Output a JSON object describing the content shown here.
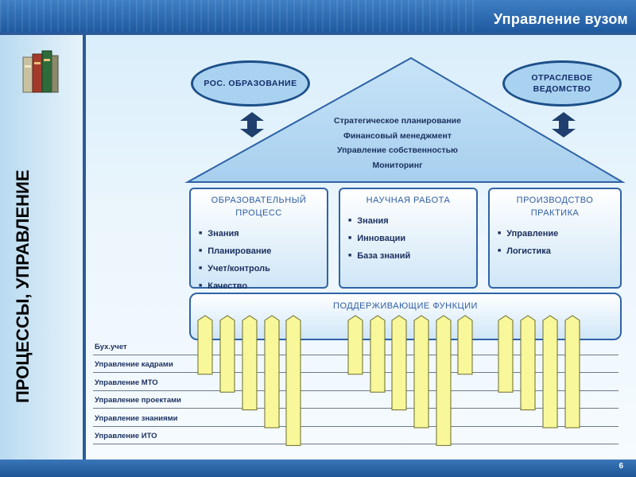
{
  "header": {
    "title": "Управление вузом"
  },
  "sidebar": {
    "vertical_title": "ПРОЦЕССЫ, УПРАВЛЕНИЕ"
  },
  "external": {
    "left": "РОС. ОБРАЗОВАНИЕ",
    "right_line1": "ОТРАСЛЕВОЕ",
    "right_line2": "ВЕДОМСТВО"
  },
  "roof": {
    "lines": [
      "Стратегическое планирование",
      "Финансовый менеджмент",
      "Управление собственностью",
      "Мониторинг"
    ]
  },
  "pillars": [
    {
      "title_line1": "ОБРАЗОВАТЕЛЬНЫЙ",
      "title_line2": "ПРОЦЕСС",
      "items": [
        "Знания",
        "Планирование",
        "Учет/контроль",
        "Качество"
      ]
    },
    {
      "title_line1": "НАУЧНАЯ РАБОТА",
      "title_line2": "",
      "items": [
        "Знания",
        "Инновации",
        "База знаний"
      ]
    },
    {
      "title_line1": "ПРОИЗВОДСТВО",
      "title_line2": "ПРАКТИКА",
      "items": [
        "Управление",
        "Логистика"
      ]
    }
  ],
  "support": {
    "label": "ПОДДЕРЖИВАЮЩИЕ ФУНКЦИИ"
  },
  "functions": [
    "Бух.учет",
    "Управление кадрами",
    "Управление МТО",
    "Управление проектами",
    "Управление знаниями",
    "Управление ИТО"
  ],
  "function_depth": [
    2,
    3,
    4,
    5,
    6,
    2,
    3,
    4,
    5,
    6,
    2,
    3,
    4,
    5
  ],
  "colors": {
    "accent": "#2f63a6",
    "roof": "#a9d2f0",
    "bar": "#f8f89a"
  },
  "footer": {
    "page_number": "6"
  }
}
